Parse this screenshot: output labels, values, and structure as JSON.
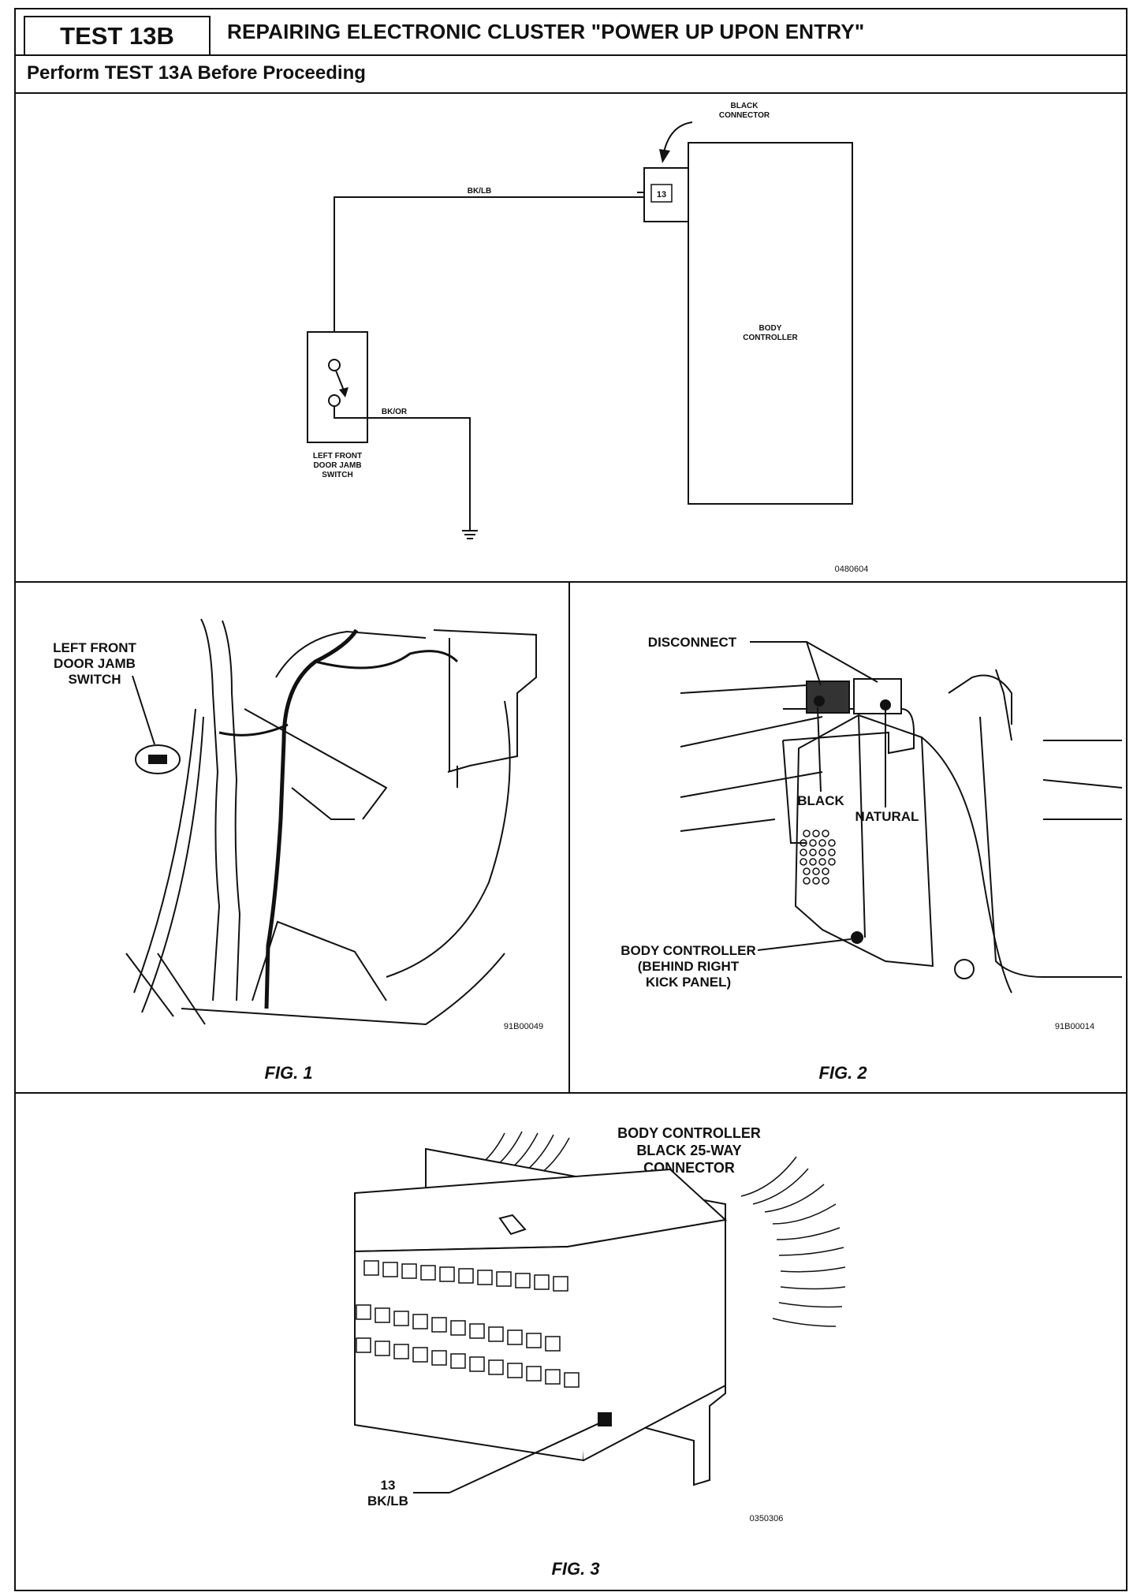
{
  "header": {
    "test_id": "TEST 13B",
    "title": "REPAIRING ELECTRONIC CLUSTER \"POWER UP UPON ENTRY\"",
    "subtitle": "Perform TEST 13A Before Proceeding"
  },
  "schematic": {
    "connector_label_1": "BLACK",
    "connector_label_2": "CONNECTOR",
    "wire_top": "BK/LB",
    "pin": "13",
    "body_controller_1": "BODY",
    "body_controller_2": "CONTROLLER",
    "wire_ground": "BK/OR",
    "switch_1": "LEFT  FRONT",
    "switch_2": "DOOR  JAMB",
    "switch_3": "SWITCH",
    "code": "0480604"
  },
  "fig1": {
    "label_1": "LEFT FRONT",
    "label_2": "DOOR JAMB",
    "label_3": "SWITCH",
    "code": "91B00049",
    "caption": "FIG. 1"
  },
  "fig2": {
    "disconnect": "DISCONNECT",
    "black": "BLACK",
    "natural": "NATURAL",
    "bc_1": "BODY CONTROLLER",
    "bc_2": "(BEHIND RIGHT",
    "bc_3": "KICK PANEL)",
    "code": "91B00014",
    "caption": "FIG. 2"
  },
  "fig3": {
    "title_1": "BODY CONTROLLER",
    "title_2": "BLACK 25-WAY",
    "title_3": "CONNECTOR",
    "pin": "13",
    "wire": "BK/LB",
    "code": "0350306",
    "caption": "FIG. 3"
  }
}
